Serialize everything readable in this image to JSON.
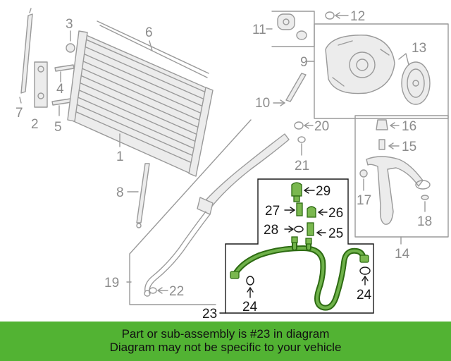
{
  "diagram": {
    "callouts": {
      "c1": "1",
      "c2": "2",
      "c3": "3",
      "c4": "4",
      "c5": "5",
      "c6": "6",
      "c7": "7",
      "c8": "8",
      "c9": "9",
      "c10": "10",
      "c11": "11",
      "c12": "12",
      "c13": "13",
      "c14": "14",
      "c15": "15",
      "c16": "16",
      "c17": "17",
      "c18": "18",
      "c19": "19",
      "c20": "20",
      "c21": "21",
      "c22": "22",
      "c23": "23",
      "c24a": "24",
      "c24b": "24",
      "c25": "25",
      "c26": "26",
      "c27": "27",
      "c28": "28",
      "c29": "29"
    },
    "highlighted_part": "23",
    "highlight_color": "#52b333",
    "line_color": "#9a9a9a"
  },
  "banner": {
    "line1": "Part or sub-assembly is #23 in diagram",
    "line2": "Diagram may not be specific to your vehicle"
  }
}
